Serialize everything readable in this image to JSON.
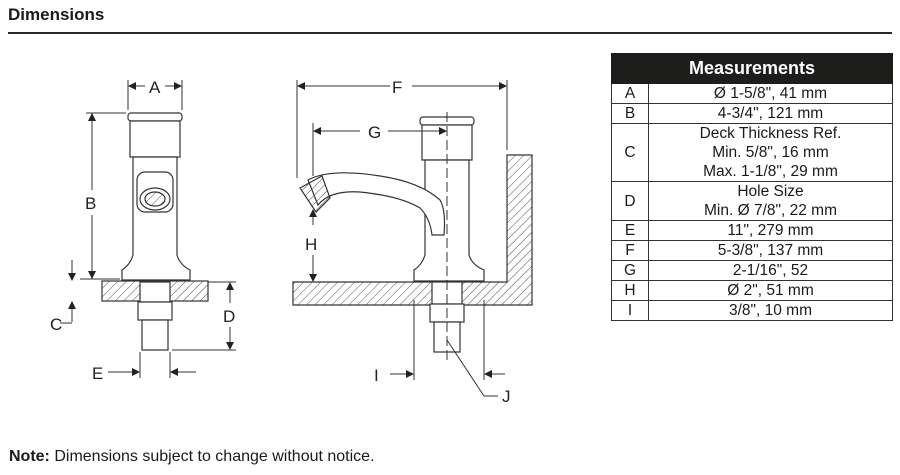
{
  "header": {
    "title": "Dimensions"
  },
  "diagram": {
    "labels": {
      "a": "A",
      "b": "B",
      "c": "C",
      "d": "D",
      "e": "E",
      "f": "F",
      "g": "G",
      "h": "H",
      "i": "I",
      "j": "J"
    }
  },
  "table": {
    "title": "Measurements",
    "rows": [
      {
        "key": "A",
        "lines": [
          "Ø 1-5/8\", 41 mm"
        ]
      },
      {
        "key": "B",
        "lines": [
          "4-3/4\", 121 mm"
        ]
      },
      {
        "key": "C",
        "lines": [
          "Deck Thickness Ref.",
          "Min. 5/8\", 16 mm",
          "Max. 1-1/8\", 29 mm"
        ]
      },
      {
        "key": "D",
        "lines": [
          "Hole Size",
          "Min. Ø 7/8\", 22 mm"
        ]
      },
      {
        "key": "E",
        "lines": [
          "11\", 279 mm"
        ]
      },
      {
        "key": "F",
        "lines": [
          "5-3/8\", 137 mm"
        ]
      },
      {
        "key": "G",
        "lines": [
          "2-1/16\", 52"
        ]
      },
      {
        "key": "H",
        "lines": [
          "Ø 2\", 51 mm"
        ]
      },
      {
        "key": "I",
        "lines": [
          "3/8\", 10 mm"
        ]
      }
    ]
  },
  "footer": {
    "note_label": "Note:",
    "note_text": " Dimensions subject to change without notice."
  }
}
